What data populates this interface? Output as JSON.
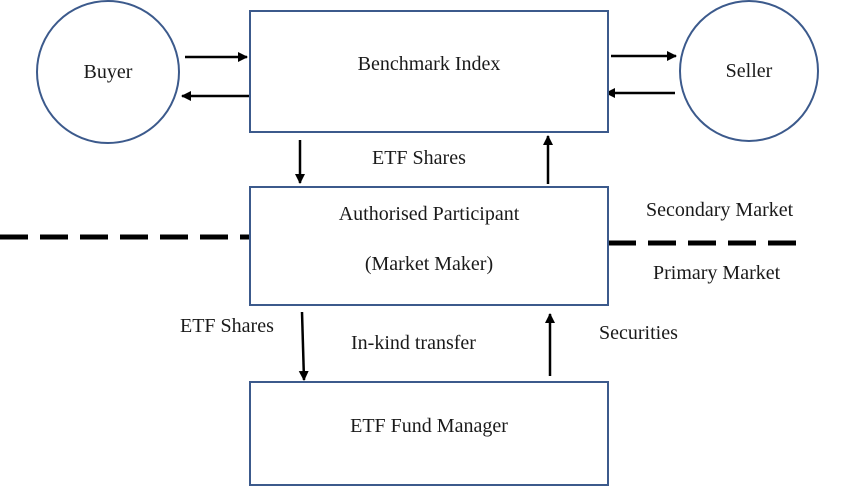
{
  "nodes": {
    "buyer": "Buyer",
    "seller": "Seller",
    "benchmark_index": "Benchmark Index",
    "authorised_participant": {
      "line1": "Authorised Participant",
      "line2": "(Market Maker)"
    },
    "etf_fund_manager": "ETF Fund Manager"
  },
  "edge_labels": {
    "etf_shares_upper": "ETF Shares",
    "etf_shares_lower": "ETF Shares",
    "in_kind_transfer": "In-kind transfer",
    "securities": "Securities"
  },
  "market_labels": {
    "secondary": "Secondary Market",
    "primary": "Primary Market"
  },
  "colors": {
    "node_border": "#3c5a8c",
    "arrow": "#000000",
    "divider": "#000000"
  }
}
